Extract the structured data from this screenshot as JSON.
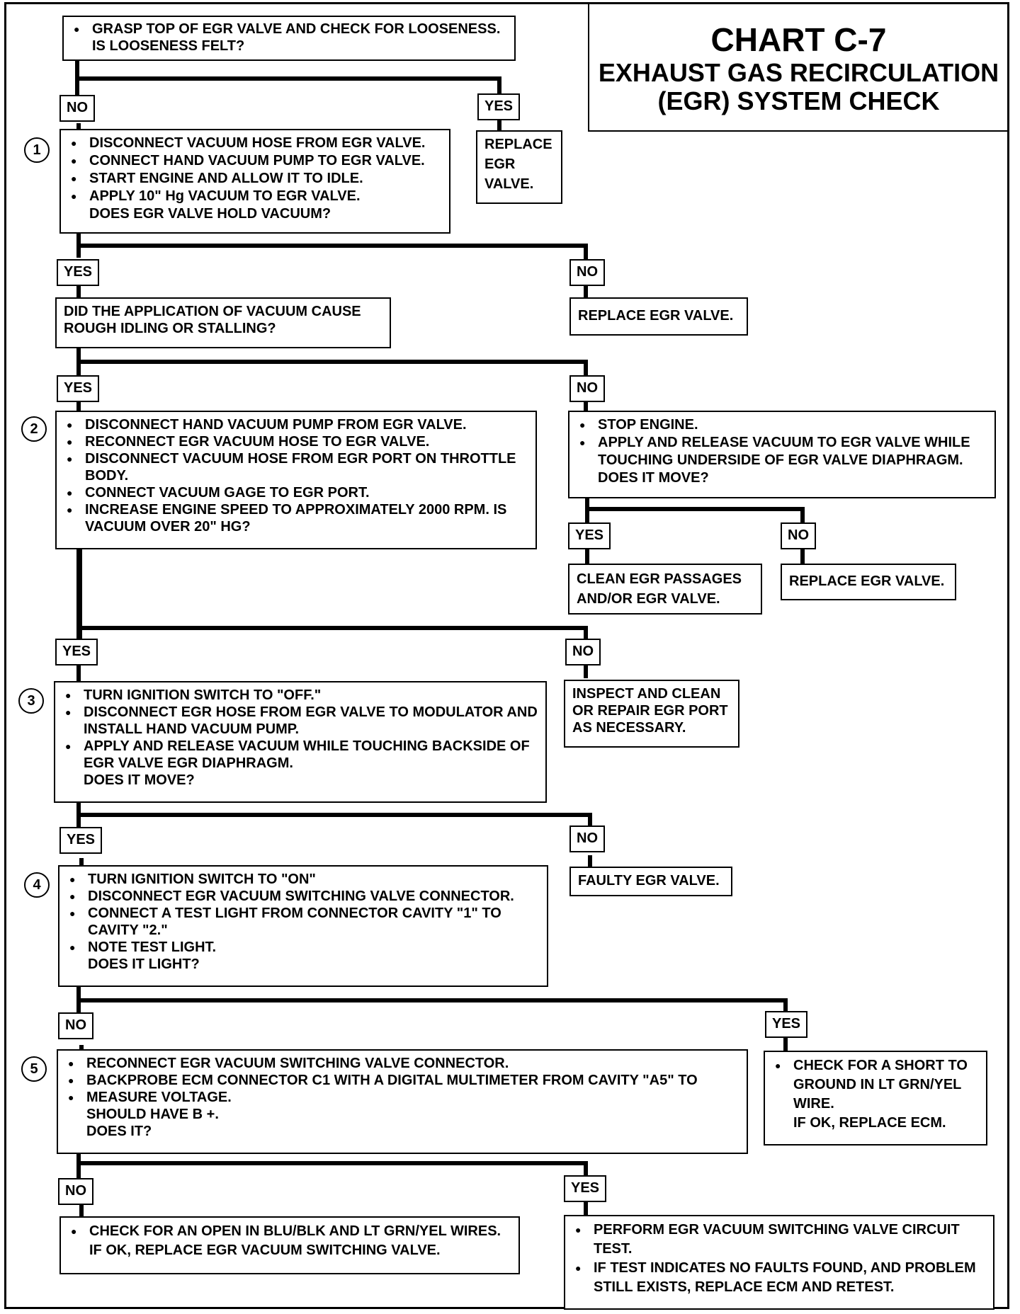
{
  "title": {
    "chart": "CHART C-7",
    "line1": "EXHAUST GAS RECIRCULATION",
    "line2": "(EGR) SYSTEM CHECK"
  },
  "q0": {
    "text": "GRASP TOP OF EGR VALVE AND CHECK FOR LOOSENESS.",
    "cont": "IS LOOSENESS FELT?"
  },
  "labels": {
    "no": "NO",
    "yes": "YES"
  },
  "r0": {
    "l1": "REPLACE",
    "l2": "EGR",
    "l3": "VALVE."
  },
  "step1": {
    "num": "1",
    "items": [
      "DISCONNECT VACUUM HOSE FROM EGR VALVE.",
      "CONNECT HAND VACUUM PUMP TO EGR VALVE.",
      "START ENGINE AND ALLOW IT TO IDLE.",
      "APPLY 10\" Hg VACUUM TO EGR VALVE."
    ],
    "question": "DOES EGR VALVE HOLD VACUUM?"
  },
  "r1": "REPLACE EGR  VALVE.",
  "q1b": {
    "l1": "DID THE APPLICATION OF VACUUM CAUSE",
    "l2": "ROUGH IDLING OR STALLING?"
  },
  "step2": {
    "num": "2",
    "items": [
      "DISCONNECT HAND VACUUM PUMP FROM EGR VALVE.",
      "RECONNECT EGR VACUUM HOSE TO EGR VALVE.",
      "DISCONNECT VACUUM HOSE FROM EGR PORT ON THROTTLE BODY.",
      "CONNECT VACUUM GAGE TO EGR PORT.",
      "INCREASE ENGINE SPEED TO APPROXIMATELY 2000 RPM. IS VACUUM OVER 20\" HG?"
    ]
  },
  "q2b": {
    "items": [
      "STOP ENGINE.",
      "APPLY AND RELEASE VACUUM TO EGR VALVE WHILE TOUCHING UNDERSIDE OF EGR VALVE DIAPHRAGM."
    ],
    "question": "DOES IT MOVE?"
  },
  "r2a": {
    "l1": "CLEAN EGR PASSAGES",
    "l2": "AND/OR EGR VALVE."
  },
  "r2b": "REPLACE EGR VALVE.",
  "r3no": {
    "l1": "INSPECT AND CLEAN",
    "l2": "OR REPAIR EGR PORT",
    "l3": "AS NECESSARY."
  },
  "step3": {
    "num": "3",
    "items": [
      "TURN IGNITION SWITCH TO \"OFF.\"",
      "DISCONNECT EGR HOSE FROM EGR VALVE TO MODULATOR AND INSTALL HAND VACUUM PUMP.",
      "APPLY AND RELEASE VACUUM WHILE TOUCHING BACKSIDE OF EGR VALVE  EGR DIAPHRAGM."
    ],
    "question": "DOES IT MOVE?"
  },
  "r4no": "FAULTY EGR VALVE.",
  "step4": {
    "num": "4",
    "items": [
      "TURN IGNITION SWITCH TO \"ON\"",
      "DISCONNECT EGR  VACUUM SWITCHING VALVE CONNECTOR.",
      "CONNECT A TEST LIGHT FROM CONNECTOR CAVITY \"1\" TO CAVITY \"2.\"",
      "NOTE TEST LIGHT."
    ],
    "question": "DOES IT LIGHT?"
  },
  "r5yes": {
    "items": [
      "CHECK FOR A SHORT TO GROUND IN LT GRN/YEL WIRE."
    ],
    "question": "IF OK, REPLACE ECM."
  },
  "step5": {
    "num": "5",
    "items": [
      "RECONNECT EGR VACUUM SWITCHING VALVE CONNECTOR.",
      "BACKPROBE ECM CONNECTOR C1 WITH A DIGITAL MULTIMETER FROM CAVITY \"A5\" TO",
      "MEASURE VOLTAGE."
    ],
    "q1": "SHOULD HAVE B +.",
    "q2": "DOES IT?"
  },
  "r6no": {
    "items": [
      "CHECK FOR AN OPEN IN BLU/BLK AND LT GRN/YEL WIRES."
    ],
    "question": "IF OK, REPLACE EGR VACUUM SWITCHING VALVE."
  },
  "r6yes": {
    "items": [
      "PERFORM EGR VACUUM SWITCHING VALVE CIRCUIT TEST.",
      "IF TEST INDICATES NO FAULTS FOUND, AND PROBLEM STILL EXISTS, REPLACE ECM AND RETEST."
    ]
  }
}
